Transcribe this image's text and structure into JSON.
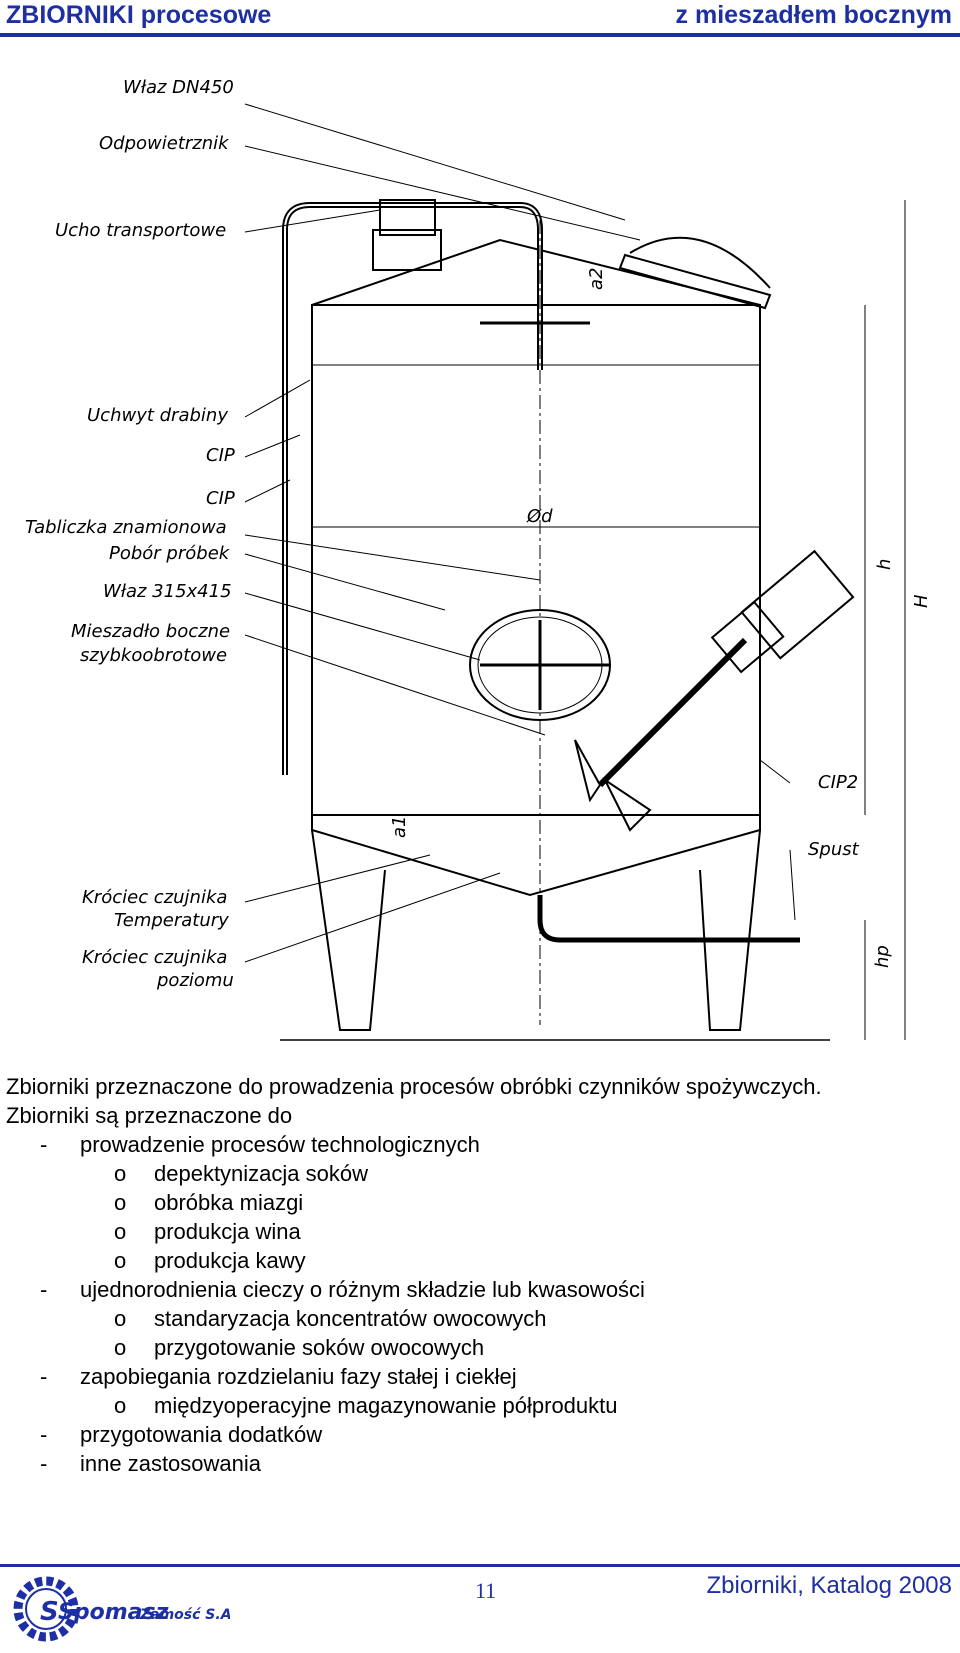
{
  "header": {
    "left_title": "ZBIORNIKI procesowe",
    "right_title": "z mieszadłem bocznym"
  },
  "drawing": {
    "labels": {
      "manhole_top": "Właz DN450",
      "vent": "Odpowietrznik",
      "lifting_lug": "Ucho transportowe",
      "ladder_holder": "Uchwyt drabiny",
      "cip1": "CIP",
      "cip2_left": "CIP",
      "nameplate": "Tabliczka znamionowa",
      "sampling": "Pobór próbek",
      "manhole_side": "Właz 315x415",
      "mixer_line1": "Mieszadło boczne",
      "mixer_line2": "szybkoobrotowe",
      "temp_line1": "Króciec czujnika",
      "temp_line2": "Temperatury",
      "level_line1": "Króciec czujnika",
      "level_line2": "poziomu",
      "cip2": "CIP2",
      "drain": "Spust",
      "dim_d": "Ød",
      "dim_a1": "a1",
      "dim_a2": "a2",
      "dim_h": "h",
      "dim_H": "H",
      "dim_hp": "hp"
    }
  },
  "content": {
    "intro": "Zbiorniki przeznaczone do prowadzenia procesów obróbki czynników spożywczych.",
    "lead": "Zbiorniki są przeznaczone do",
    "items": [
      {
        "level": 1,
        "marker": "-",
        "text": "prowadzenie procesów technologicznych"
      },
      {
        "level": 2,
        "marker": "o",
        "text": "depektynizacja soków"
      },
      {
        "level": 2,
        "marker": "o",
        "text": "obróbka miazgi"
      },
      {
        "level": 2,
        "marker": "o",
        "text": "produkcja wina"
      },
      {
        "level": 2,
        "marker": "o",
        "text": "produkcja kawy"
      },
      {
        "level": 1,
        "marker": "-",
        "text": "ujednorodnienia cieczy o różnym składzie lub kwasowości"
      },
      {
        "level": 2,
        "marker": "o",
        "text": "standaryzacja koncentratów owocowych"
      },
      {
        "level": 2,
        "marker": "o",
        "text": "przygotowanie soków owocowych"
      },
      {
        "level": 1,
        "marker": "-",
        "text": "zapobiegania rozdzielaniu fazy stałej i ciekłej"
      },
      {
        "level": 2,
        "marker": "o",
        "text": "międzyoperacyjne magazynowanie półproduktu"
      },
      {
        "level": 1,
        "marker": "-",
        "text": "przygotowania dodatków"
      },
      {
        "level": 1,
        "marker": "-",
        "text": "inne zastosowania"
      }
    ]
  },
  "footer": {
    "page_number": "11",
    "catalog": "Zbiorniki, Katalog 2008",
    "logo_text": "Spomasz",
    "logo_sub": "Zamość S.A.",
    "accent": "#1d2fa3"
  }
}
